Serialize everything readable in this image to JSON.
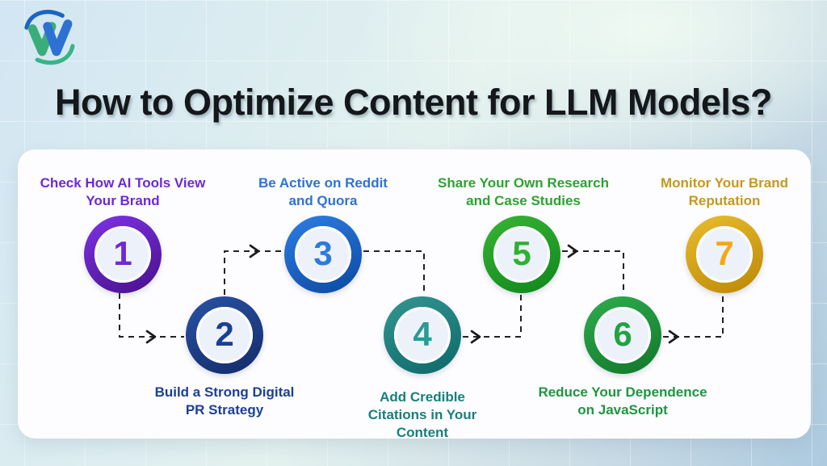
{
  "title": "How to Optimize Content for LLM Models?",
  "brand": {
    "logo_icon": "w-swoosh-logo",
    "logo_colors": {
      "green": "#3aae7a",
      "blue": "#2d71d3",
      "arc_top": "#1b64c1",
      "arc_bottom": "#37b585"
    }
  },
  "connectors": {
    "style": "dashed",
    "color": "#222222",
    "flow": [
      "1-2",
      "2-3",
      "3-4",
      "4-5",
      "5-6",
      "6-7"
    ],
    "arrows_on": [
      "1-2",
      "2-3",
      "4-5",
      "5-6",
      "6-7"
    ]
  },
  "steps": [
    {
      "number": "1",
      "label": "Check How AI Tools View\nYour Brand",
      "label_color": "#6d28d9",
      "ring_from": "#7a30e0",
      "ring_to": "#4c1390",
      "number_color": "#6d28d9"
    },
    {
      "number": "2",
      "label": "Build a Strong Digital\nPR Strategy",
      "label_color": "#1c3f96",
      "ring_from": "#27509f",
      "ring_to": "#152e6d",
      "number_color": "#1c3f96"
    },
    {
      "number": "3",
      "label": "Be Active on Reddit\nand Quora",
      "label_color": "#2e72d6",
      "ring_from": "#2b7ade",
      "ring_to": "#0e4da6",
      "number_color": "#2b7ae0"
    },
    {
      "number": "4",
      "label": "Add Credible\nCitations in Your\nContent",
      "label_color": "#17807a",
      "ring_from": "#31928f",
      "ring_to": "#0f6c6c",
      "number_color": "#2a9a94"
    },
    {
      "number": "5",
      "label": "Share Your Own Research\nand Case Studies",
      "label_color": "#2aa42e",
      "ring_from": "#35b133",
      "ring_to": "#128a1e",
      "number_color": "#2bb232"
    },
    {
      "number": "6",
      "label": "Reduce Your Dependence\non JavaScript",
      "label_color": "#1f9540",
      "ring_from": "#2ca94a",
      "ring_to": "#147a2d",
      "number_color": "#21a341"
    },
    {
      "number": "7",
      "label": "Monitor Your Brand\nReputation",
      "label_color": "#c6981c",
      "ring_from": "#e6b82b",
      "ring_to": "#bf8c08",
      "number_color": "#f4a912"
    }
  ],
  "circle_inner_fill": "#edf1fa",
  "card_background": "#fdfdff"
}
